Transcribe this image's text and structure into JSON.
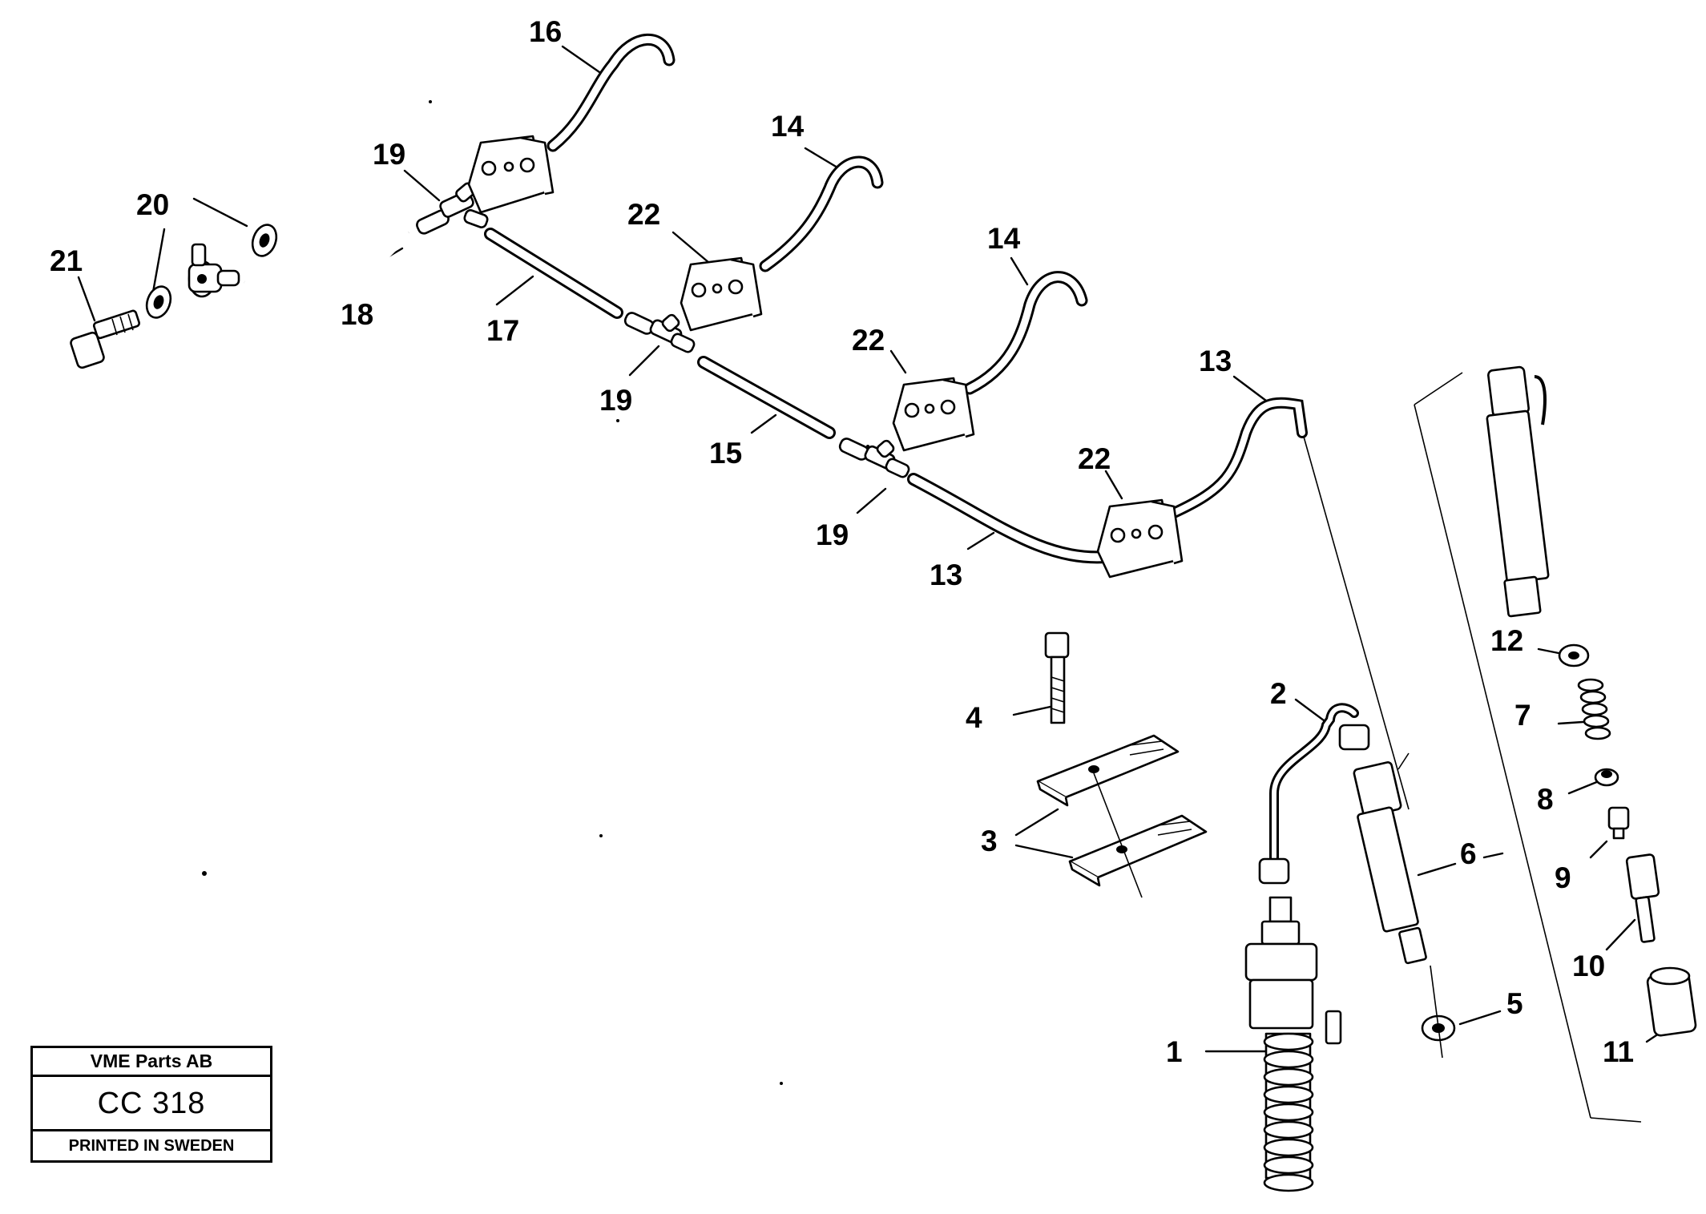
{
  "title_block": {
    "company": "VME Parts AB",
    "drawing_number": "CC 318",
    "print_note": "PRINTED IN SWEDEN"
  },
  "part_labels": {
    "p1": "1",
    "p2": "2",
    "p3": "3",
    "p4": "4",
    "p5": "5",
    "p6": "6",
    "p7": "7",
    "p8": "8",
    "p9": "9",
    "p10": "10",
    "p11": "11",
    "p12": "12",
    "p13a": "13",
    "p13b": "13",
    "p14a": "14",
    "p14b": "14",
    "p15": "15",
    "p16": "16",
    "p17": "17",
    "p18": "18",
    "p19a": "19",
    "p19b": "19",
    "p19c": "19",
    "p20": "20",
    "p21": "21",
    "p22a": "22",
    "p22b": "22",
    "p22c": "22"
  }
}
